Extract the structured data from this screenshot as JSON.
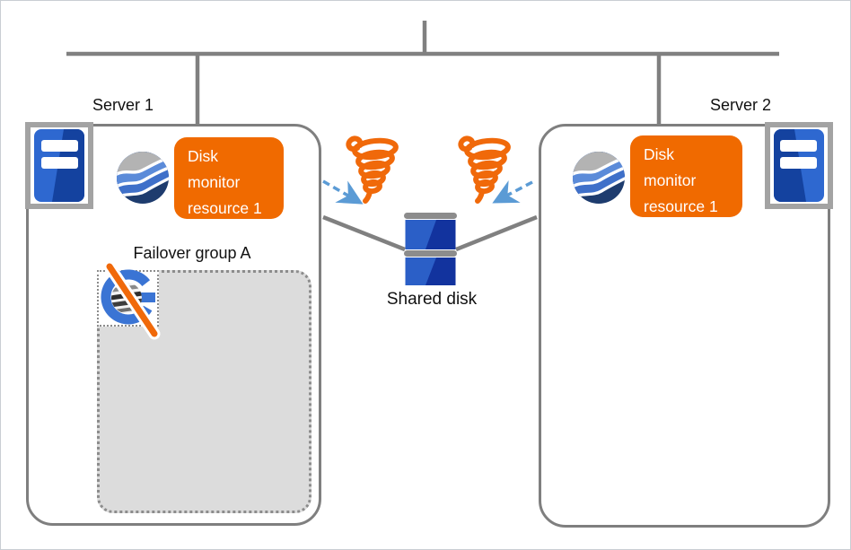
{
  "diagram": {
    "description": "Two-server cluster with shared disk and disk monitor resources; failover group A stopped on Server 1",
    "servers": [
      {
        "name": "Server 1",
        "monitor_resource": "Disk\nmonitor\nresource 1",
        "failover_group": "Failover group A"
      },
      {
        "name": "Server 2",
        "monitor_resource": "Disk\nmonitor\nresource 1"
      }
    ],
    "shared_disk_label": "Shared disk",
    "colors": {
      "accent_orange": "#F06A00",
      "line_gray": "#808080",
      "arrow_blue": "#5B9BD5",
      "group_fill_gray": "#DCDCDC",
      "server_icon_blue_light": "#2E68D0",
      "server_icon_blue_dark": "#14429F",
      "disk_blue_light": "#2B5FC7",
      "disk_blue_dark": "#12339E",
      "logo_navy": "#1E3C6E"
    },
    "icons": {
      "server": "server-tower",
      "cluster_logo": "wave-sphere",
      "failure": "tornado",
      "arrow": "dashed-arrow",
      "storage": "stacked-disk",
      "stopped_resource": "disk-resource-with-slash"
    }
  }
}
